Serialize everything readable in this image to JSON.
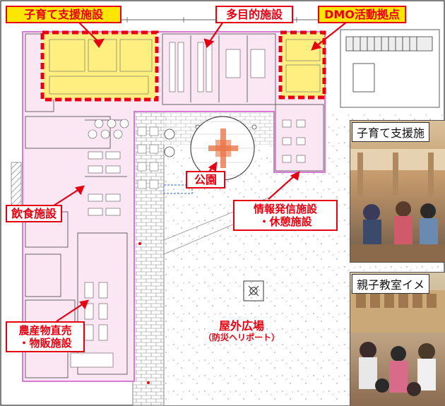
{
  "labels": {
    "childcare_facility": "子育て支援施設",
    "multipurpose_facility": "多目的施設",
    "dmo_base": "DMO活動拠点",
    "park": "公園",
    "dining": "飲食施設",
    "info_line1": "情報発信施設",
    "info_line2": "・休憩施設",
    "farm_line1": "農産物直売",
    "farm_line2": "・物販施設",
    "plaza_line1": "屋外広場",
    "plaza_line2": "（防災ヘリポート）"
  },
  "photos": {
    "childcare_caption": "子育て支援施",
    "parent_child_caption": "親子教室イメ"
  },
  "colors": {
    "accent_red": "#e60012",
    "highlight_yellow": "#ffe600",
    "zone_pink": "#fbe6f4",
    "zone_border": "#d67ad6"
  }
}
